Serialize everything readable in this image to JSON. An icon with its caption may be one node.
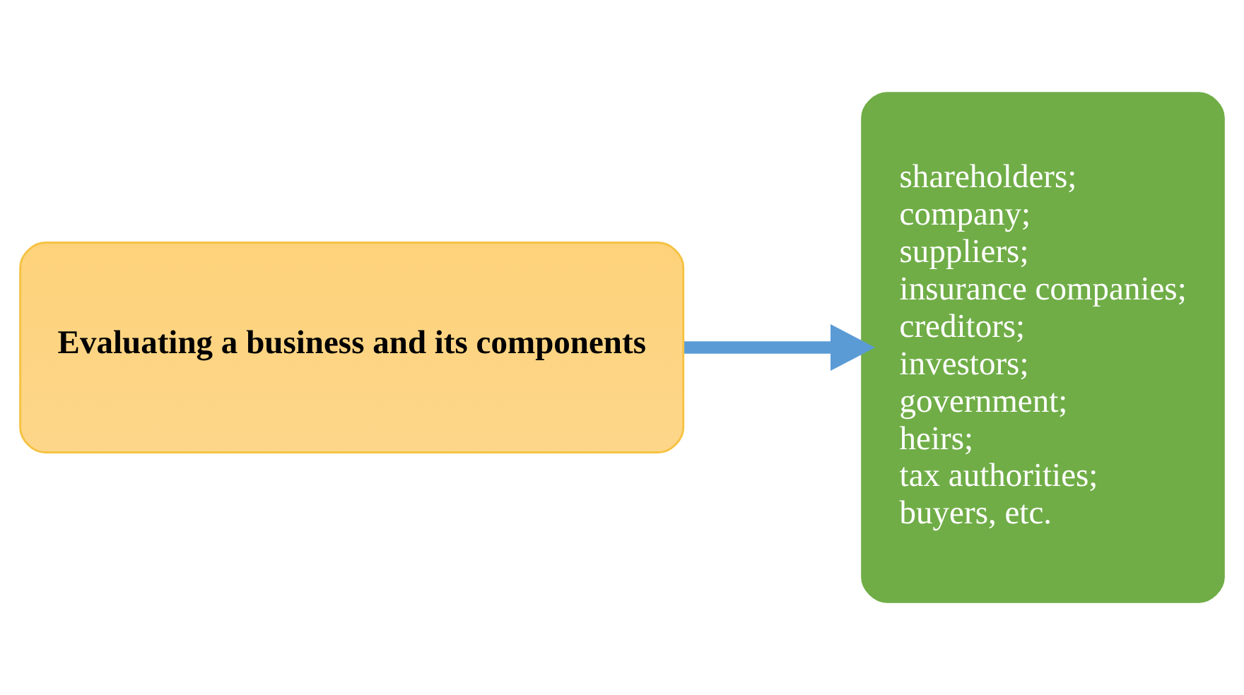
{
  "diagram": {
    "nodes": [
      {
        "text": [
          "Evaluating a business and its components"
        ]
      },
      {
        "text": [
          "shareholders;",
          "company;",
          "suppliers;",
          "insurance companies;",
          "creditors;",
          "investors;",
          "government;",
          "heirs;",
          "tax authorities;",
          "buyers, etc."
        ]
      }
    ],
    "edges": [
      {
        "from": 0,
        "to": 1,
        "arrow": "to",
        "color": "#5b9bd5"
      }
    ]
  }
}
